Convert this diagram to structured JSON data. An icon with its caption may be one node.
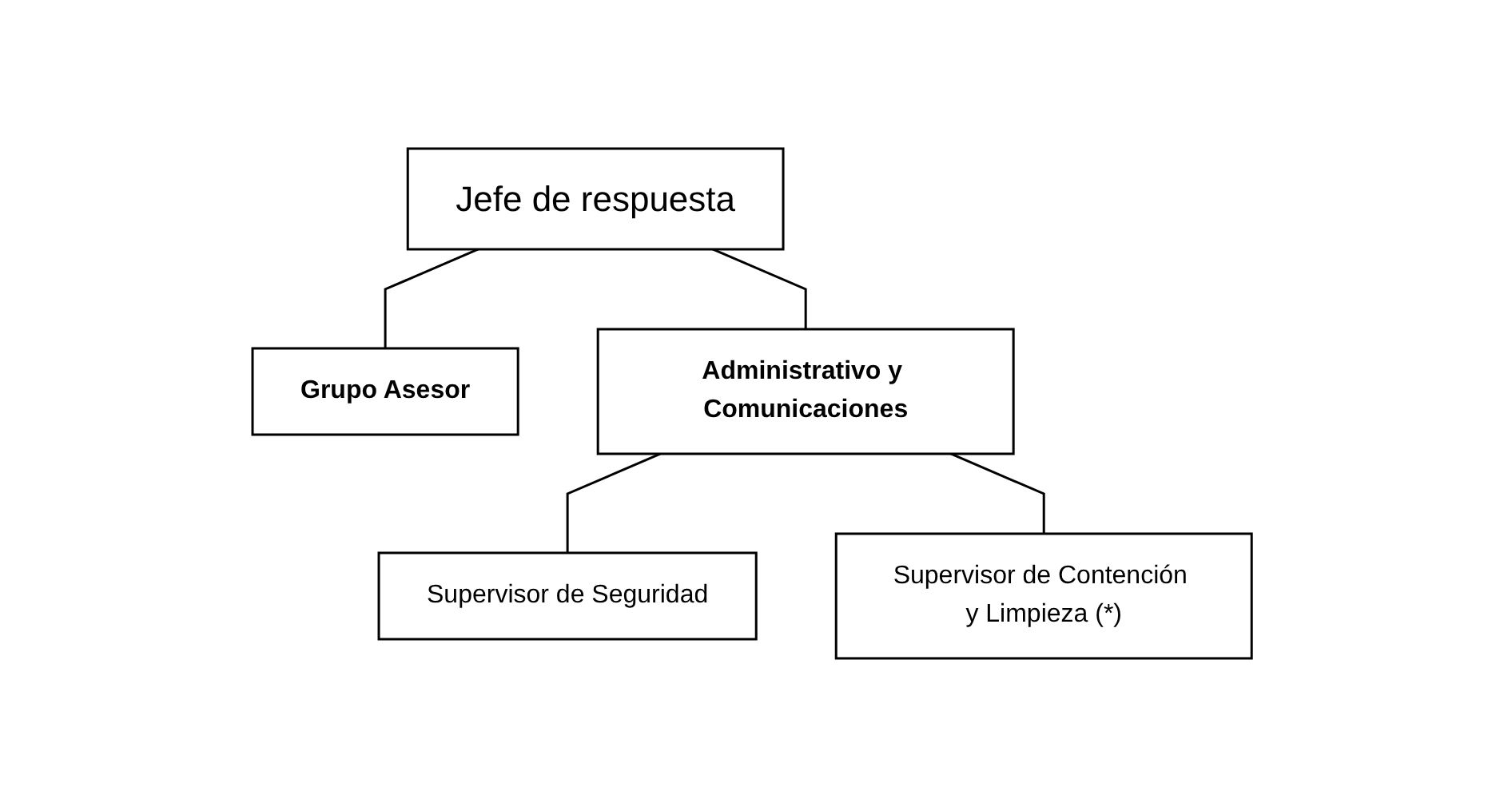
{
  "diagram": {
    "nodes": [
      {
        "text": [
          "Jefe de respuesta"
        ]
      },
      {
        "text": [
          "Grupo Asesor"
        ]
      },
      {
        "text": [
          "Administrativo y Comunicaciones"
        ]
      },
      {
        "text": [
          "Supervisor de Seguridad"
        ]
      },
      {
        "text": [
          "Supervisor de Contención y Limpieza (*)"
        ]
      }
    ],
    "edges": [
      {
        "from": 0,
        "to": 1,
        "arrow": "none"
      },
      {
        "from": 0,
        "to": 2,
        "arrow": "none"
      },
      {
        "from": 2,
        "to": 3,
        "arrow": "none"
      },
      {
        "from": 2,
        "to": 4,
        "arrow": "none"
      }
    ]
  }
}
